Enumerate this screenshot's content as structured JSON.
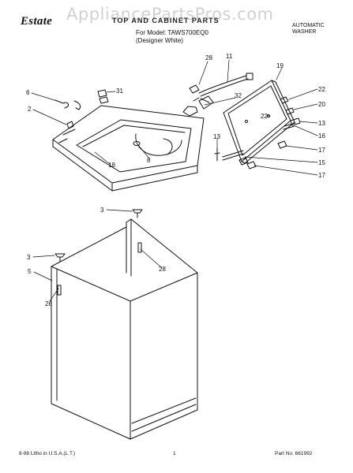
{
  "header": {
    "brand": "Estate",
    "title": "TOP AND CABINET PARTS",
    "subtitle_model": "For Model: TAWS700EQ0",
    "subtitle_designer": "(Designer White)",
    "product_type_line1": "AUTOMATIC",
    "product_type_line2": "WASHER"
  },
  "watermark": "AppliancePartsPros.com",
  "callouts": [
    "28",
    "11",
    "19",
    "6",
    "31",
    "22",
    "32",
    "20",
    "2",
    "22",
    "13",
    "16",
    "18",
    "8",
    "13",
    "17",
    "15",
    "17",
    "3",
    "28",
    "3",
    "5",
    "26"
  ],
  "footer": {
    "print_info": "8-98 Litho in U.S.A.(L.T.)",
    "page_number": "1",
    "part_number": "Part No. 661992"
  },
  "colors": {
    "line": "#111111",
    "background": "#ffffff",
    "watermark": "#c9c9c9"
  }
}
